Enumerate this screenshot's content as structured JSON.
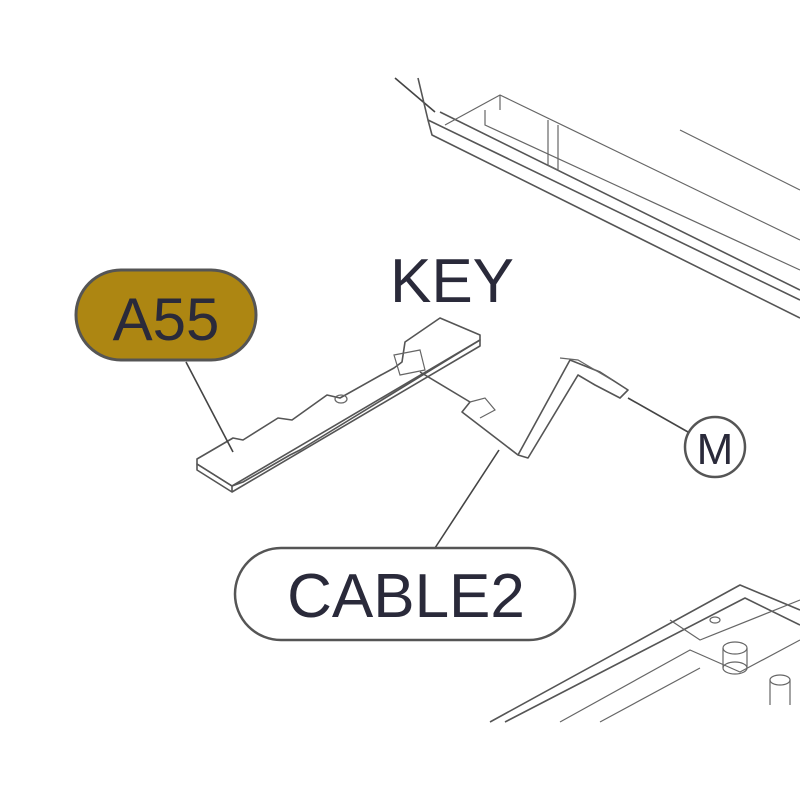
{
  "labels": {
    "highlighted_callout": "A55",
    "key_label": "KEY",
    "motor_callout": "M",
    "cable_callout": "CABLE2"
  },
  "colors": {
    "highlight_fill": "#ad8612",
    "outline": "#555555",
    "text": "#2a2a3a"
  }
}
